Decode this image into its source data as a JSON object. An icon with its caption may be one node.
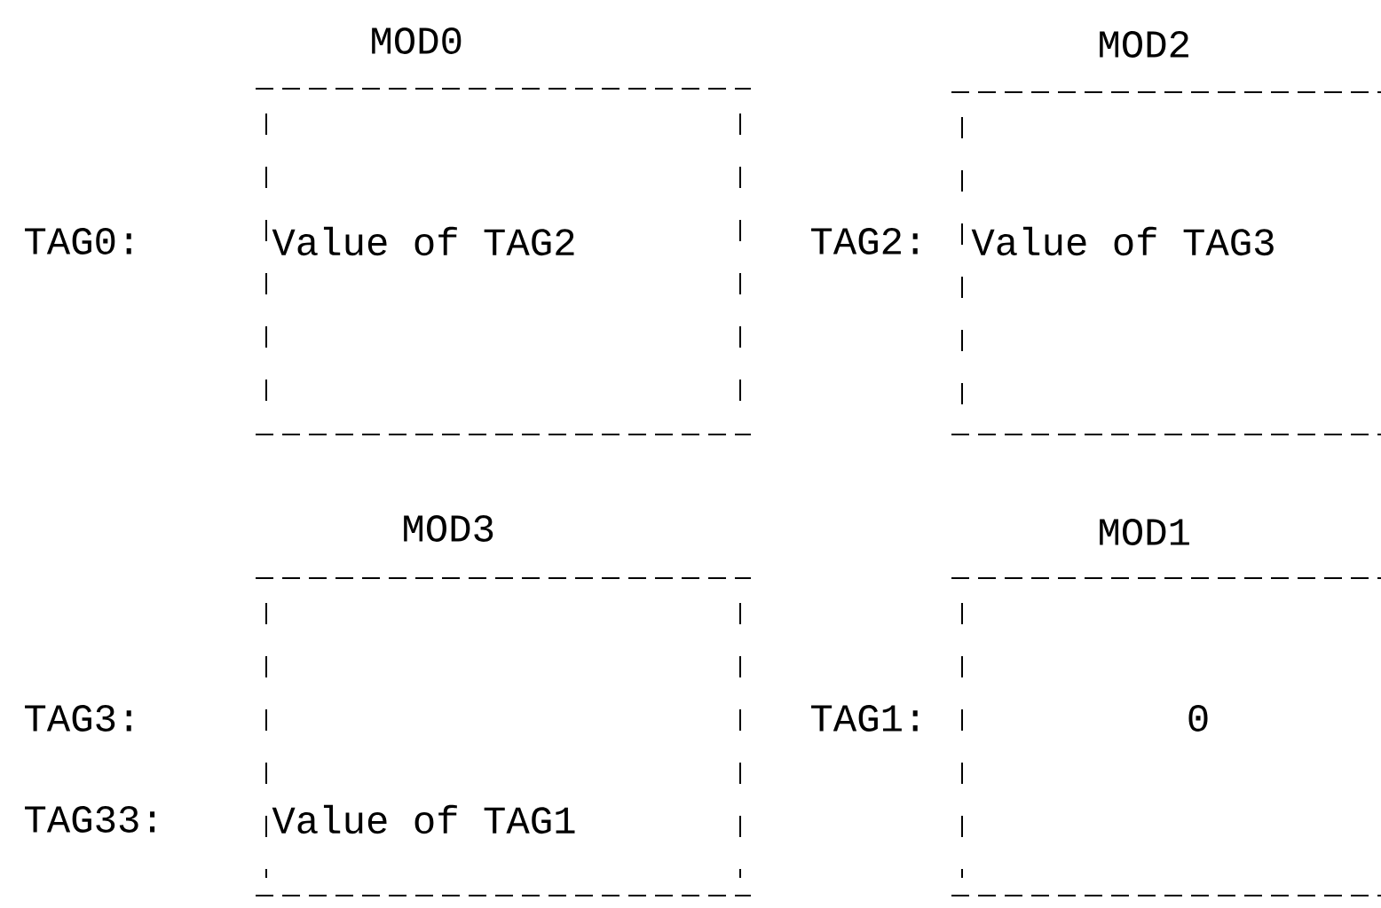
{
  "diagram": {
    "nodes": [
      {
        "text": [
          "MOD0",
          "Value of TAG2"
        ],
        "beside": [
          "TAG0:"
        ]
      },
      {
        "text": [
          "MOD2",
          "Value of TAG3"
        ],
        "beside": [
          "TAG2:"
        ]
      },
      {
        "text": [
          "MOD3",
          "Value of TAG1"
        ],
        "beside": [
          "TAG3:",
          "TAG33:"
        ]
      },
      {
        "text": [
          "MOD1",
          "0"
        ],
        "beside": [
          "TAG1:"
        ]
      }
    ]
  }
}
